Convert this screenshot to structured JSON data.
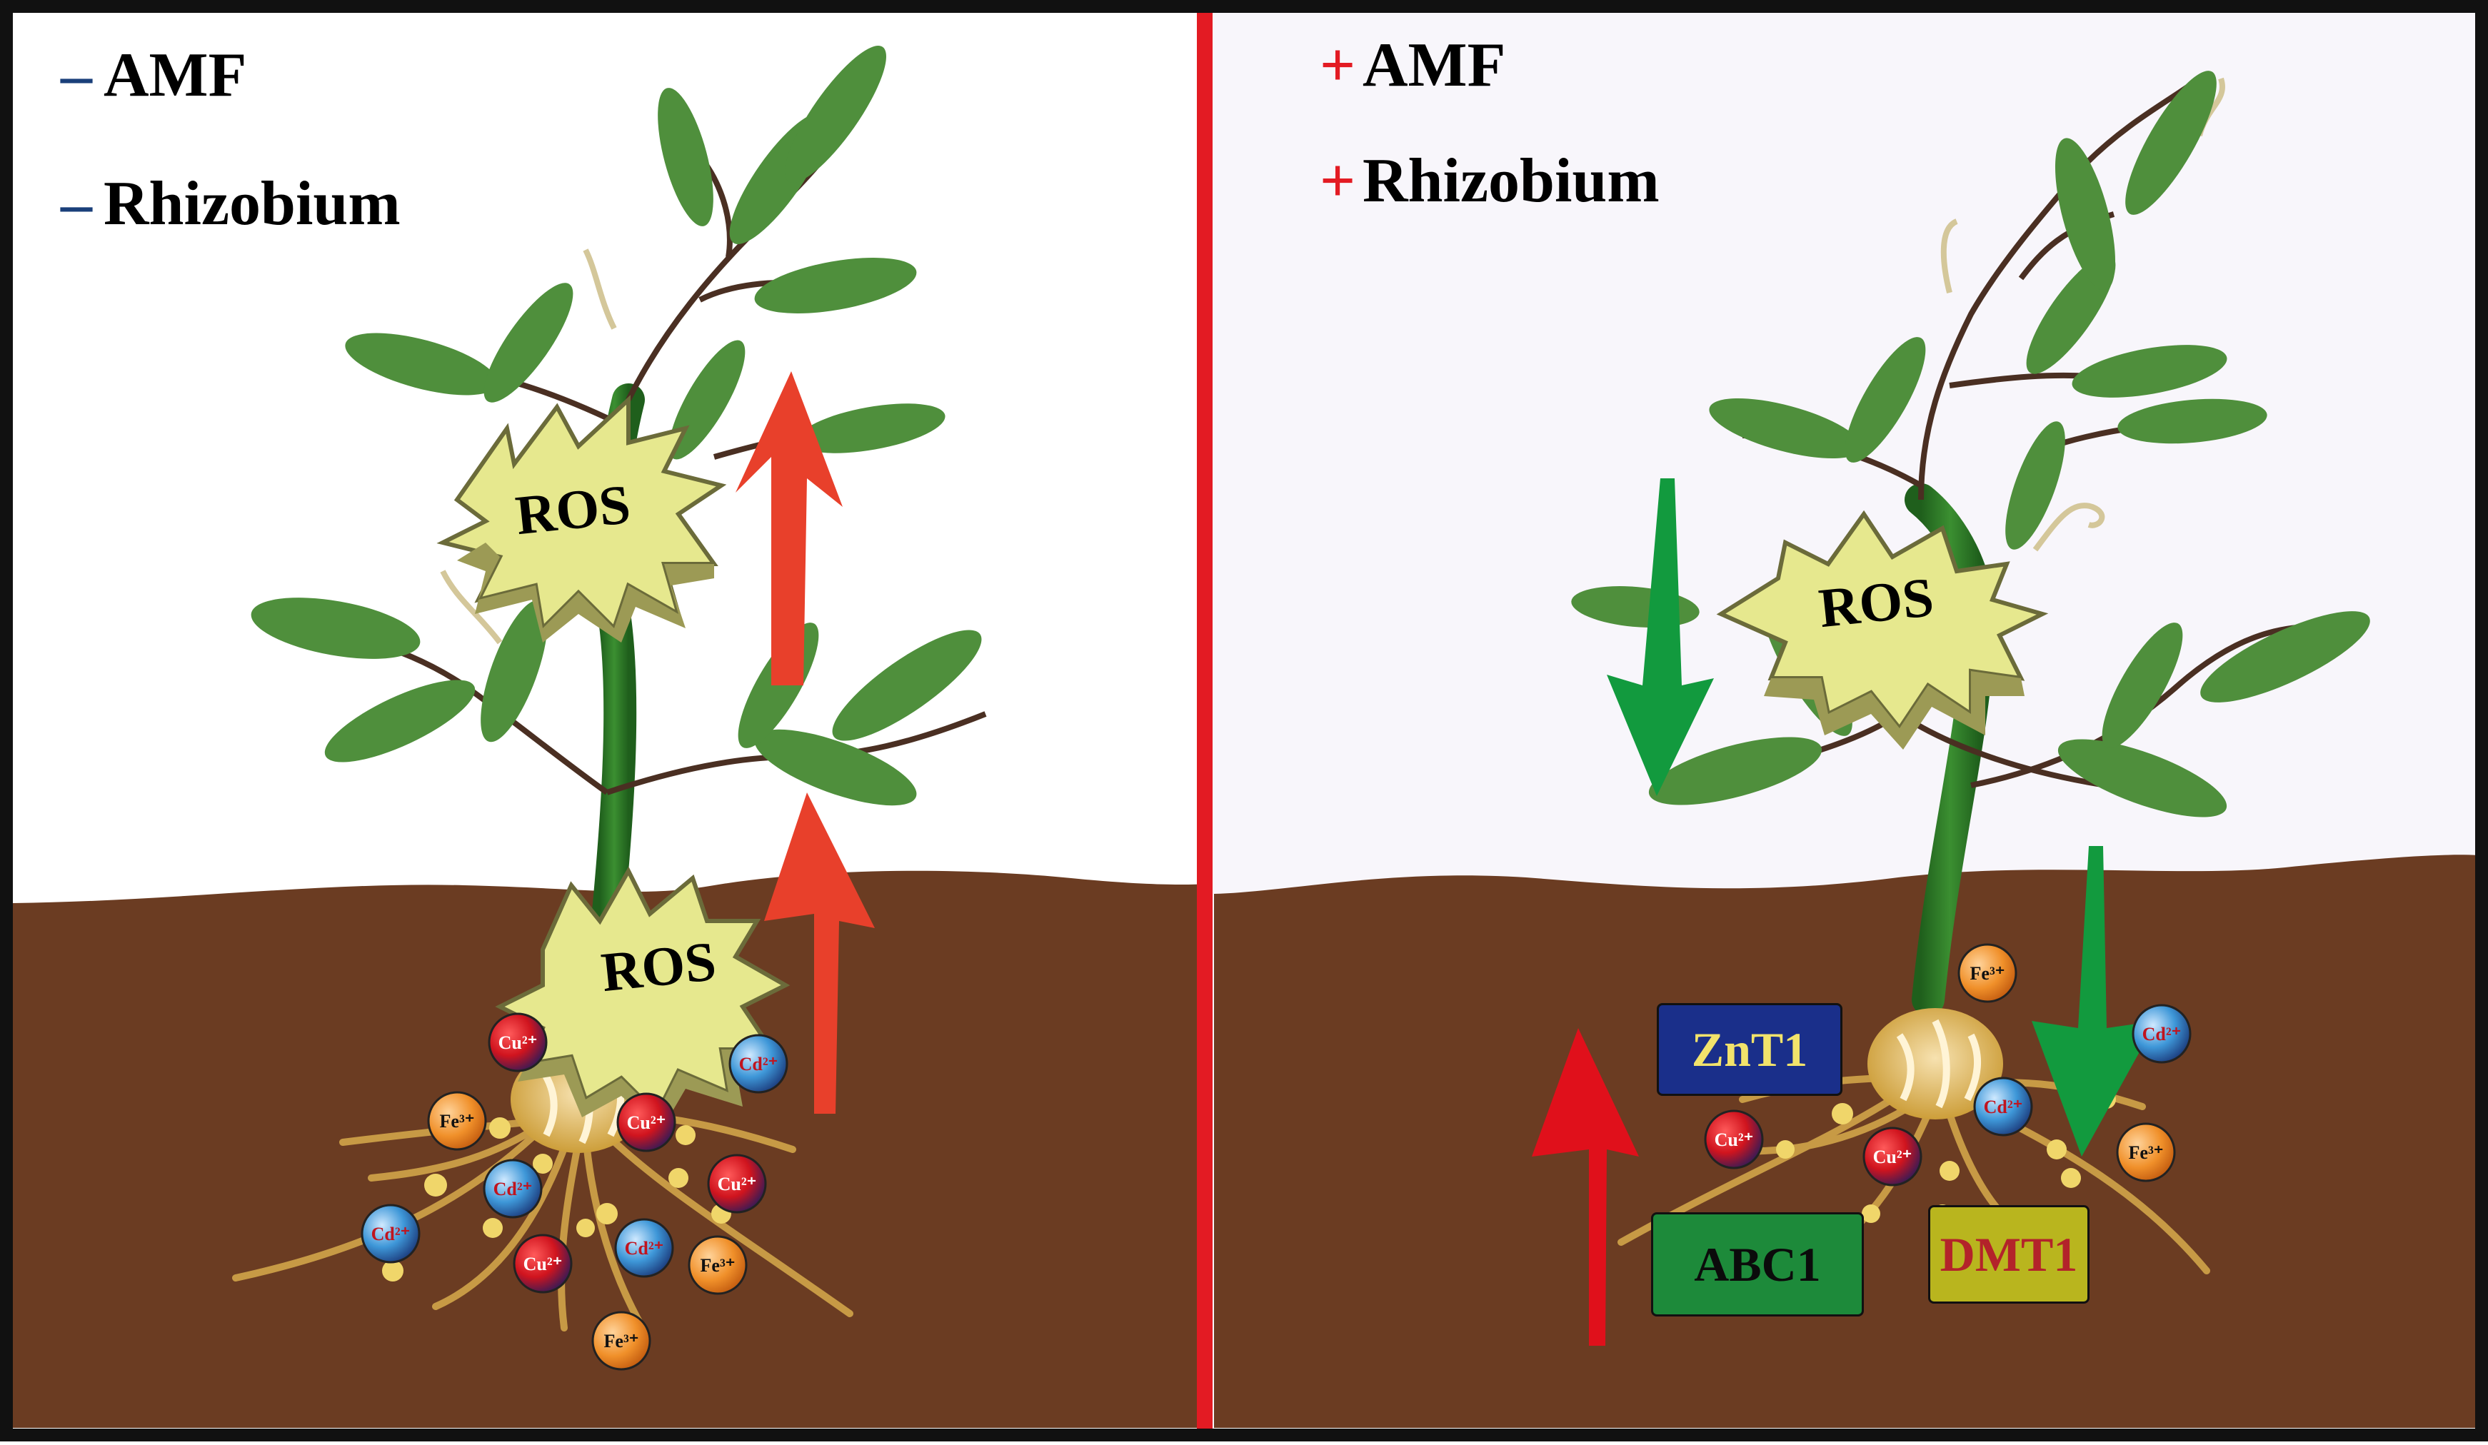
{
  "left_panel": {
    "conditions": [
      {
        "sign": "–",
        "label": "AMF"
      },
      {
        "sign": "–",
        "label": "Rhizobium"
      }
    ],
    "ros_labels": [
      "ROS",
      "ROS"
    ],
    "ions": [
      {
        "label": "Cu²⁺",
        "kind": "cu"
      },
      {
        "label": "Cd²⁺",
        "kind": "cd"
      },
      {
        "label": "Fe³⁺",
        "kind": "fe"
      },
      {
        "label": "Cu²⁺",
        "kind": "cu"
      },
      {
        "label": "Cd²⁺",
        "kind": "cd"
      },
      {
        "label": "Cu²⁺",
        "kind": "cu"
      },
      {
        "label": "Cd²⁺",
        "kind": "cd"
      },
      {
        "label": "Cd²⁺",
        "kind": "cd"
      },
      {
        "label": "Cu²⁺",
        "kind": "cu"
      },
      {
        "label": "Fe³⁺",
        "kind": "fe"
      },
      {
        "label": "Fe³⁺",
        "kind": "fe"
      }
    ],
    "arrows": [
      {
        "direction": "up",
        "color": "#e8402b"
      },
      {
        "direction": "up",
        "color": "#e8402b"
      }
    ]
  },
  "right_panel": {
    "conditions": [
      {
        "sign": "+",
        "label": "AMF"
      },
      {
        "sign": "+",
        "label": "Rhizobium"
      }
    ],
    "ros_labels": [
      "ROS"
    ],
    "genes": [
      {
        "label": "ZnT1",
        "bg": "#1a2f8a",
        "fg": "#f2e36b"
      },
      {
        "label": "ABC1",
        "bg": "#1d8a3a",
        "fg": "#0b0b0b"
      },
      {
        "label": "DMT1",
        "bg": "#b9b51e",
        "fg": "#b3232a"
      }
    ],
    "ions": [
      {
        "label": "Fe³⁺",
        "kind": "fe"
      },
      {
        "label": "Cd²⁺",
        "kind": "cd"
      },
      {
        "label": "Cd²⁺",
        "kind": "cd"
      },
      {
        "label": "Cu²⁺",
        "kind": "cu"
      },
      {
        "label": "Cu²⁺",
        "kind": "cu"
      },
      {
        "label": "Fe³⁺",
        "kind": "fe"
      }
    ],
    "arrows": [
      {
        "direction": "down",
        "color": "#129a3e"
      },
      {
        "direction": "down",
        "color": "#129a3e"
      },
      {
        "direction": "up",
        "color": "#e0101b"
      }
    ]
  },
  "colors": {
    "soil": "#6b3c22",
    "sky_left": "#ffffff",
    "sky_right": "#f8f6fb",
    "divider": "#e31b23",
    "leaf": "#4f8f3c",
    "stem": "#2f7a2a",
    "ros_burst": "#e6e88e",
    "root": "#c79a45"
  }
}
